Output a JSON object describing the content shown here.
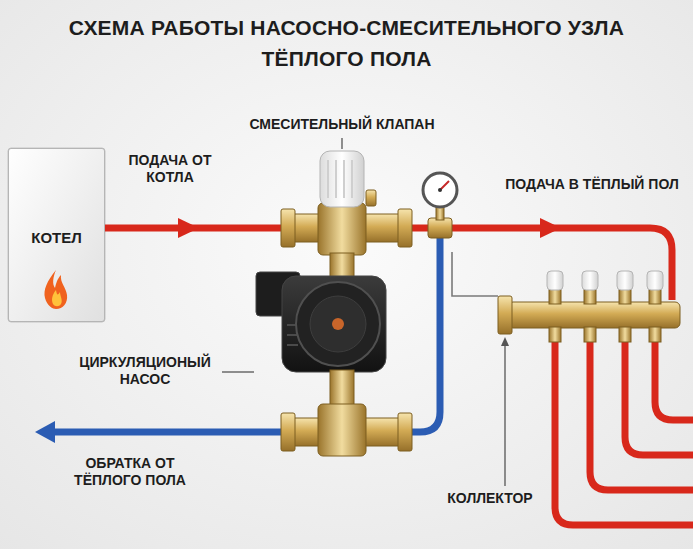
{
  "diagram": {
    "title": "СХЕМА РАБОТЫ НАСОСНО-СМЕСИТЕЛЬНОГО УЗЛА ТЁПЛОГО ПОЛА",
    "nodes": [
      {
        "text": [
          "КОТЕЛ"
        ]
      }
    ],
    "labels": [
      "ПОДАЧА ОТ КОТЛА",
      "СМЕСИТЕЛЬНЫЙ КЛАПАН",
      "ПОДАЧА В ТЁПЛЫЙ ПОЛ",
      "ЦИРКУЛЯЦИОНЫЙ НАСОС",
      "ОБРАТКА ОТ ТЁПЛОГО ПОЛА",
      "КОЛЛЕКТОР"
    ]
  }
}
